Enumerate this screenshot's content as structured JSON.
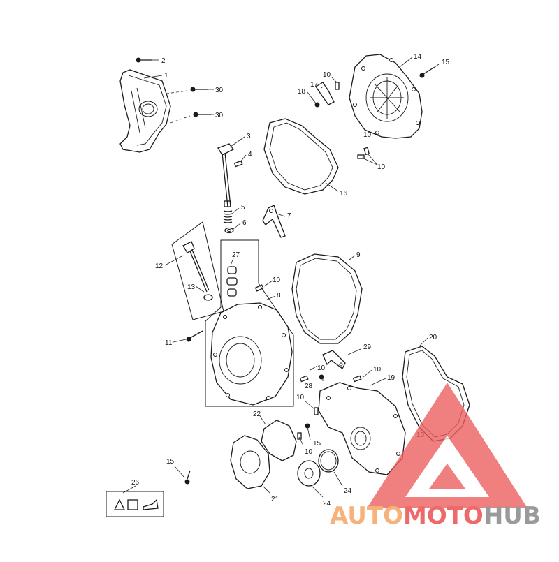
{
  "diagram": {
    "callouts": [
      {
        "id": "c1",
        "text": "1"
      },
      {
        "id": "c2",
        "text": "2"
      },
      {
        "id": "c3",
        "text": "3"
      },
      {
        "id": "c4",
        "text": "4"
      },
      {
        "id": "c5",
        "text": "5"
      },
      {
        "id": "c6",
        "text": "6"
      },
      {
        "id": "c7",
        "text": "7"
      },
      {
        "id": "c8",
        "text": "8"
      },
      {
        "id": "c9",
        "text": "9"
      },
      {
        "id": "c10a",
        "text": "10"
      },
      {
        "id": "c10b",
        "text": "10"
      },
      {
        "id": "c10c",
        "text": "10"
      },
      {
        "id": "c10d",
        "text": "10"
      },
      {
        "id": "c10e",
        "text": "10"
      },
      {
        "id": "c10f",
        "text": "10"
      },
      {
        "id": "c10g",
        "text": "10"
      },
      {
        "id": "c10h",
        "text": "10"
      },
      {
        "id": "c10i",
        "text": "10"
      },
      {
        "id": "c11",
        "text": "11"
      },
      {
        "id": "c12",
        "text": "12"
      },
      {
        "id": "c13",
        "text": "13"
      },
      {
        "id": "c14",
        "text": "14"
      },
      {
        "id": "c15a",
        "text": "15"
      },
      {
        "id": "c15b",
        "text": "15"
      },
      {
        "id": "c15c",
        "text": "15"
      },
      {
        "id": "c16",
        "text": "16"
      },
      {
        "id": "c17",
        "text": "17"
      },
      {
        "id": "c18",
        "text": "18"
      },
      {
        "id": "c19",
        "text": "19"
      },
      {
        "id": "c20",
        "text": "20"
      },
      {
        "id": "c21",
        "text": "21"
      },
      {
        "id": "c22",
        "text": "22"
      },
      {
        "id": "c24a",
        "text": "24"
      },
      {
        "id": "c24b",
        "text": "24"
      },
      {
        "id": "c26",
        "text": "26"
      },
      {
        "id": "c27",
        "text": "27"
      },
      {
        "id": "c28",
        "text": "28"
      },
      {
        "id": "c29",
        "text": "29"
      },
      {
        "id": "c30a",
        "text": "30"
      },
      {
        "id": "c30b",
        "text": "30"
      }
    ]
  },
  "watermark": {
    "part1": "AUTO",
    "part2": "MOTO",
    "part3": "HUB",
    "color_auto": "#f6b27a",
    "color_moto": "#ee6a6a",
    "color_hub": "#9a9a9a",
    "triangle_color": "#ec5d5d"
  }
}
